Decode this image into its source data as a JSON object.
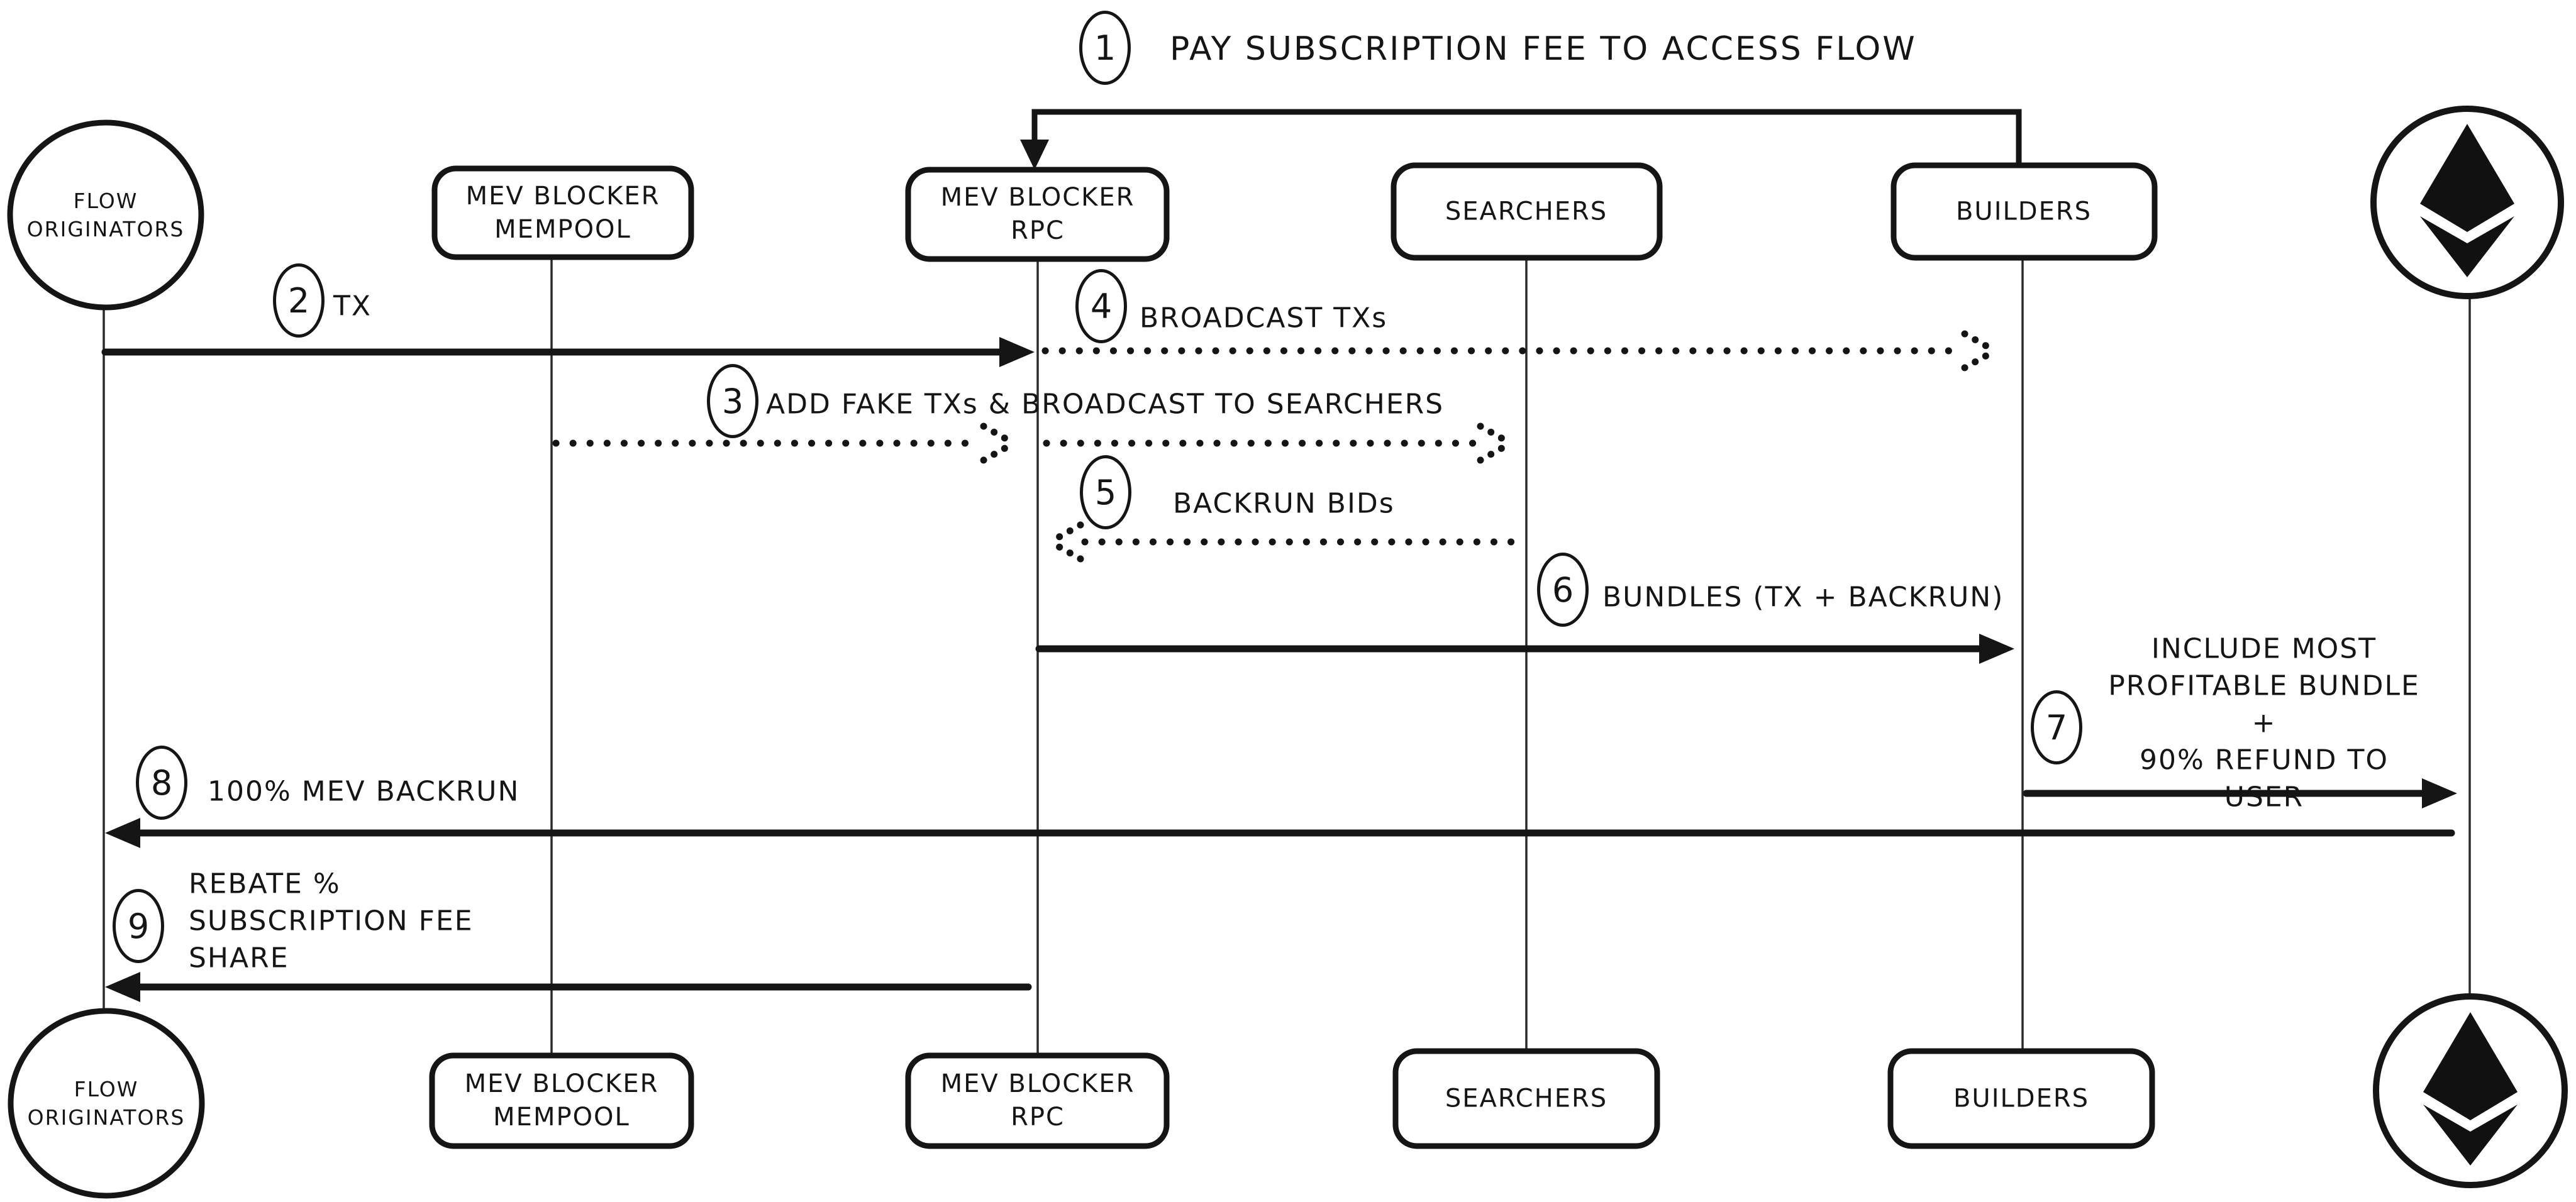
{
  "diagram": {
    "kind": "sequence-diagram",
    "background_color": "#ffffff",
    "ink_color": "#151515"
  },
  "icons": {
    "ethereum_top": "ethereum-diamond-logo",
    "ethereum_bottom": "ethereum-diamond-logo"
  },
  "actors": {
    "flow_originators": "FLOW\nORIGINATORS",
    "mev_blocker_mempool": "MEV BLOCKER\nMEMPOOL",
    "mev_blocker_rpc": "MEV BLOCKER\nRPC",
    "searchers": "SEARCHERS",
    "builders": "BUILDERS"
  },
  "messages": {
    "m1": {
      "number": "1",
      "label": "PAY SUBSCRIPTION FEE TO ACCESS FLOW",
      "from": "builders",
      "to": "mev_blocker_rpc",
      "style": "solid"
    },
    "m2": {
      "number": "2",
      "label": "TX",
      "from": "flow_originators",
      "to": "mev_blocker_rpc",
      "style": "solid"
    },
    "m3": {
      "number": "3",
      "label": "ADD FAKE TXs & BROADCAST TO SEARCHERS",
      "from": "mev_blocker_mempool",
      "to": "searchers",
      "style": "dotted"
    },
    "m4": {
      "number": "4",
      "label": "BROADCAST TXs",
      "from": "mev_blocker_rpc",
      "to": "builders",
      "style": "dotted"
    },
    "m5": {
      "number": "5",
      "label": "BACKRUN BIDs",
      "from": "searchers",
      "to": "mev_blocker_rpc",
      "style": "dotted"
    },
    "m6": {
      "number": "6",
      "label": "BUNDLES (TX + BACKRUN)",
      "from": "mev_blocker_rpc",
      "to": "builders",
      "style": "solid"
    },
    "m7": {
      "number": "7",
      "label": "INCLUDE MOST\nPROFITABLE BUNDLE +\n90% REFUND TO USER",
      "from": "builders",
      "to": "ethereum",
      "style": "solid"
    },
    "m8": {
      "number": "8",
      "label": "100% MEV BACKRUN",
      "from": "ethereum",
      "to": "flow_originators",
      "style": "solid"
    },
    "m9": {
      "number": "9",
      "label": "REBATE %\nSUBSCRIPTION FEE\nSHARE",
      "from": "mev_blocker_rpc",
      "to": "flow_originators",
      "style": "solid"
    }
  }
}
